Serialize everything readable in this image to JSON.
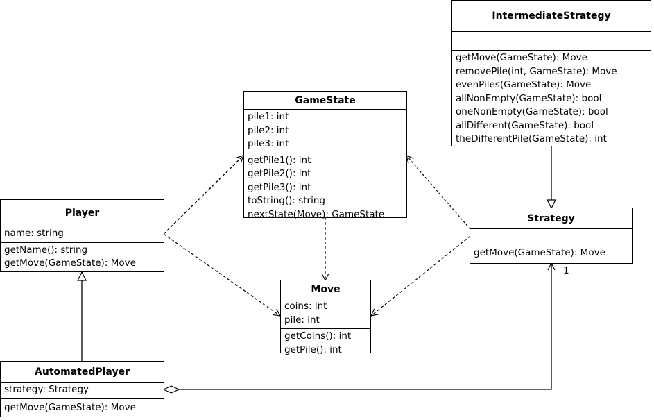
{
  "classes": {
    "intermediate_strategy": {
      "name": "IntermediateStrategy",
      "attributes": [],
      "operations": [
        "getMove(GameState): Move",
        "removePile(int, GameState): Move",
        "evenPiles(GameState): Move",
        "allNonEmpty(GameState): bool",
        "oneNonEmpty(GameState): bool",
        "allDifferent(GameState): bool",
        "theDifferentPile(GameState): int"
      ]
    },
    "game_state": {
      "name": "GameState",
      "attributes": [
        "pile1: int",
        "pile2: int",
        "pile3: int"
      ],
      "operations": [
        "getPile1(): int",
        "getPile2(): int",
        "getPile3(): int",
        "toString(): string",
        "nextState(Move): GameState"
      ]
    },
    "player": {
      "name": "Player",
      "attributes": [
        "name: string"
      ],
      "operations": [
        "getName(): string",
        "getMove(GameState): Move"
      ]
    },
    "strategy": {
      "name": "Strategy",
      "attributes": [],
      "operations": [
        "getMove(GameState): Move"
      ]
    },
    "move": {
      "name": "Move",
      "attributes": [
        "coins: int",
        "pile: int"
      ],
      "operations": [
        "getCoins(): int",
        "getPile(): int"
      ]
    },
    "automated_player": {
      "name": "AutomatedPlayer",
      "attributes": [
        "strategy: Strategy"
      ],
      "operations": [
        "getMove(GameState): Move"
      ]
    }
  },
  "relations": {
    "strategy_multiplicity": "1"
  }
}
